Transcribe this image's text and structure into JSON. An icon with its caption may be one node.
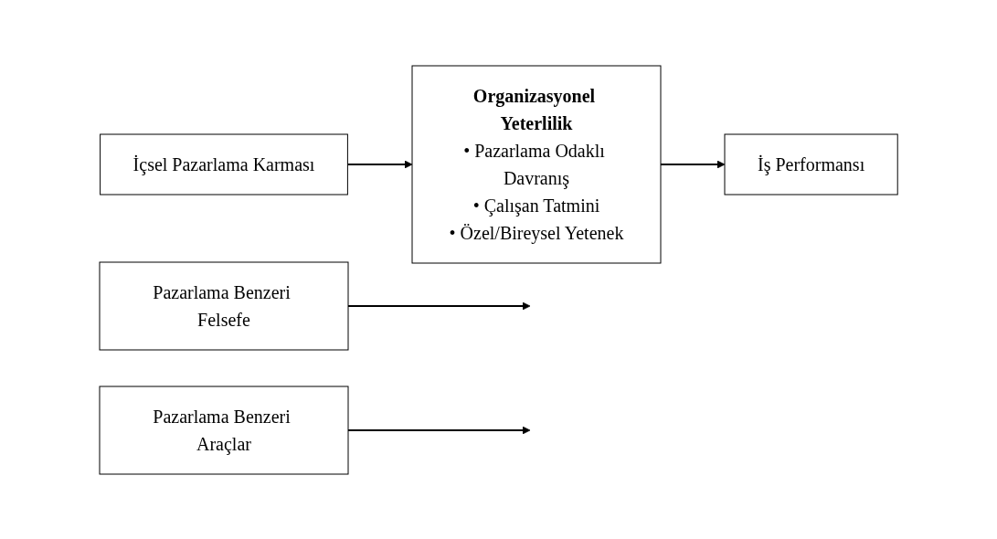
{
  "diagram": {
    "nodes": [
      {
        "text": [
          "Pazarlama Benzeri Felsefe"
        ]
      },
      {
        "text": [
          "İçsel Pazarlama Karması"
        ]
      },
      {
        "text": [
          "Organizasyonel Yeterlilik",
          "• Pazarlama Odaklı Davranış",
          "• Çalışan Tatmini",
          "• Özel/Bireysel Yetenek"
        ]
      },
      {
        "text": [
          "İş Performansı"
        ]
      },
      {
        "text": [
          "Pazarlama Benzeri Araçlar"
        ]
      }
    ],
    "edges": [
      {
        "from": 1,
        "to": 2,
        "arrow": "to"
      },
      {
        "from": 0,
        "to": null,
        "arrow": "to"
      },
      {
        "from": 4,
        "to": null,
        "arrow": "to"
      },
      {
        "from": 2,
        "to": 3,
        "arrow": "to"
      }
    ]
  }
}
